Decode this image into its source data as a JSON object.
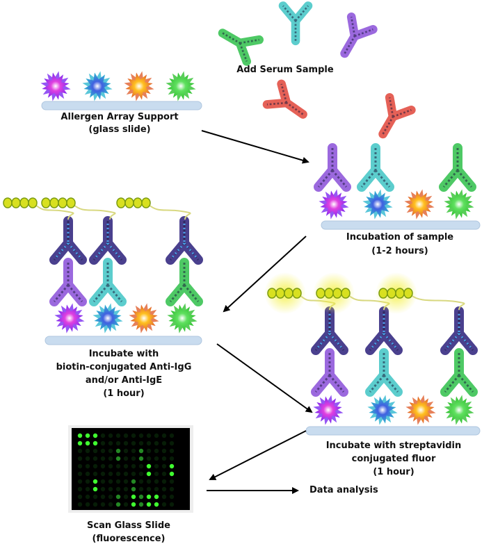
{
  "labels": {
    "add_serum": "Add Serum Sample",
    "array_support": [
      "Allergen Array Support",
      "(glass slide)"
    ],
    "incubation": [
      "Incubation of sample",
      "(1-2 hours)"
    ],
    "biotin": [
      "Incubate with",
      "biotin-conjugated Anti-IgG",
      "and/or Anti-IgE",
      "(1 hour)"
    ],
    "streptavidin": [
      "Incubate with streptavidin",
      "conjugated fluor",
      "(1 hour)"
    ],
    "scan": [
      "Scan Glass Slide",
      "(fluorescence)"
    ],
    "data_analysis": "Data analysis"
  },
  "colors": {
    "allergens": [
      {
        "name": "magenta",
        "outer": "#7b2cf0",
        "inner": "#e040e0"
      },
      {
        "name": "blue",
        "outer": "#30b8d0",
        "inner": "#4060e0"
      },
      {
        "name": "orange",
        "outer": "#e06030",
        "inner": "#ffc020"
      },
      {
        "name": "green",
        "outer": "#30c030",
        "inner": "#60e060"
      }
    ],
    "antibodies": {
      "purple": "#8a4fd8",
      "cyan": "#3fc4c4",
      "green": "#2fc04a",
      "red": "#e0453a",
      "secondary": "#2a1f7a"
    },
    "slide": "#c9dcef",
    "biotin": "#d8e020",
    "glow": "#f0f060",
    "scan_spot": "#40ff30"
  }
}
